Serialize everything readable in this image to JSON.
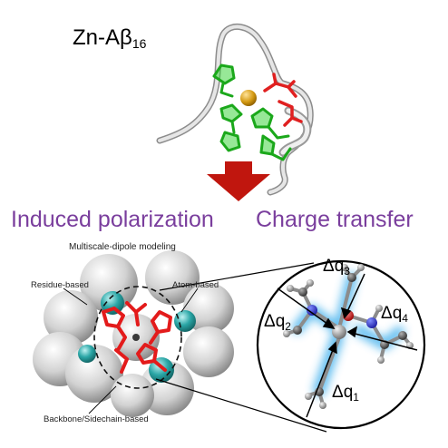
{
  "title": {
    "main": "Zn-Aβ",
    "sub": "16"
  },
  "labels": {
    "induced_polarization": "Induced polarization",
    "charge_transfer": "Charge transfer",
    "multiscale": "Multiscale-dipole modeling",
    "residue_based": "Residue-based",
    "atom_based": "Atom-based",
    "backbone_sidechain": "Backbone/Sidechain-based"
  },
  "deltas": [
    {
      "id": "dq3",
      "main": "Δq",
      "sub": "3"
    },
    {
      "id": "dq2",
      "main": "Δq",
      "sub": "2"
    },
    {
      "id": "dq4",
      "main": "Δq",
      "sub": "4"
    },
    {
      "id": "dq1",
      "main": "Δq",
      "sub": "1"
    }
  ],
  "colors": {
    "purple": "#7a3e9d",
    "arrow_red": "#c0160e",
    "stick_red": "#e02020",
    "stick_green": "#22c322",
    "zinc": "#d49a12",
    "teal": "#2aa6a6",
    "glow": "#4fb6ee"
  }
}
